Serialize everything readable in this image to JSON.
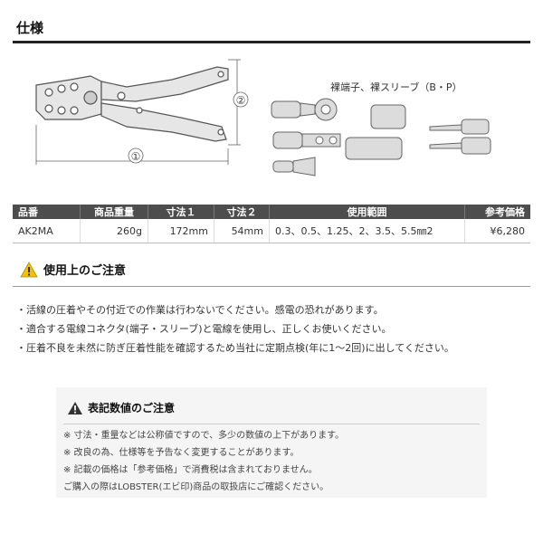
{
  "section_title": "仕様",
  "figure": {
    "dimension_1": "①",
    "dimension_2": "②",
    "terminals_caption": "裸端子、裸スリーブ（B・P）"
  },
  "spec_table": {
    "headers": [
      "品番",
      "商品重量",
      "寸法１",
      "寸法２",
      "使用範囲",
      "参考価格"
    ],
    "rows": [
      [
        "AK2MA",
        "260g",
        "172mm",
        "54mm",
        "0.3、0.5、1.25、2、3.5、5.5㎜2",
        "¥6,280"
      ]
    ]
  },
  "caution": {
    "title": "使用上のご注意",
    "items": [
      "活線の圧着やその付近での作業は行わないでください。感電の恐れがあります。",
      "適合する電線コネクタ(端子・スリーブ)と電線を使用し、正しくお使いください。",
      "圧着不良を未然に防ぎ圧着性能を確認するため当社に定期点検(年に1～2回)に出してください。"
    ]
  },
  "notice_box": {
    "title": "表記数値のご注意",
    "items": [
      "※ 寸法・重量などは公称値ですので、多少の数値の上下があります。",
      "※ 改良の為、仕様等を予告なく変更することがあります。",
      "※ 記載の価格は「参考価格」で消費税は含まれておりません。",
      "ご購入の際はLOBSTER(エビ印)商品の取扱店にご確認ください。"
    ]
  },
  "colors": {
    "header_bg": "#4d4d4d",
    "warning_yellow": "#f2c200"
  }
}
